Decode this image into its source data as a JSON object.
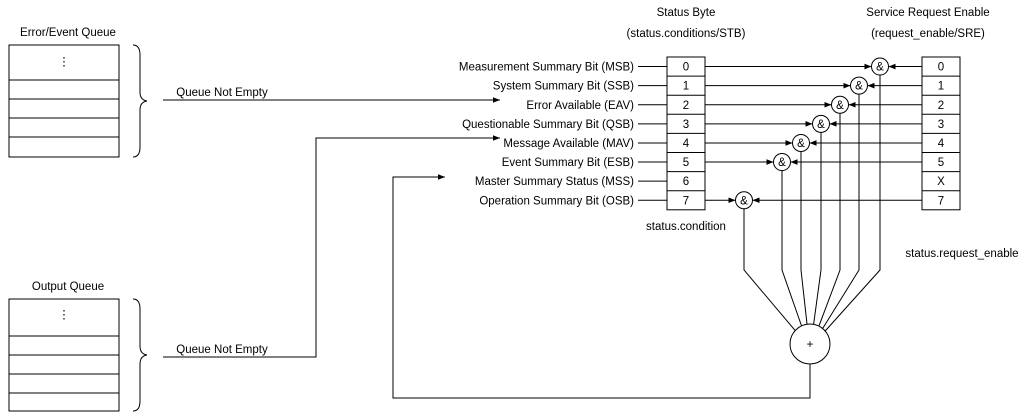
{
  "error_event_queue": {
    "title": "Error/Event Queue",
    "ellipsis": "⋮"
  },
  "output_queue": {
    "title": "Output Queue",
    "ellipsis": "⋮"
  },
  "queue_not_empty_label": "Queue Not Empty",
  "status_byte": {
    "title": "Status Byte",
    "subtitle": "(status.conditions/STB)",
    "footer": "status.condition",
    "bits": [
      {
        "num": "0",
        "label": "Measurement Summary Bit (MSB)"
      },
      {
        "num": "1",
        "label": "System Summary Bit (SSB)"
      },
      {
        "num": "2",
        "label": "Error Available (EAV)"
      },
      {
        "num": "3",
        "label": "Questionable Summary Bit (QSB)"
      },
      {
        "num": "4",
        "label": "Message Available (MAV)"
      },
      {
        "num": "5",
        "label": "Event Summary Bit (ESB)"
      },
      {
        "num": "6",
        "label": "Master Summary Status (MSS)"
      },
      {
        "num": "7",
        "label": "Operation Summary Bit (OSB)"
      }
    ]
  },
  "service_request_enable": {
    "title": "Service Request Enable",
    "subtitle": "(request_enable/SRE)",
    "footer": "status.request_enable",
    "bits": [
      "0",
      "1",
      "2",
      "3",
      "4",
      "5",
      "X",
      "7"
    ]
  },
  "and_gate_symbol": "&",
  "or_gate_symbol": "+"
}
